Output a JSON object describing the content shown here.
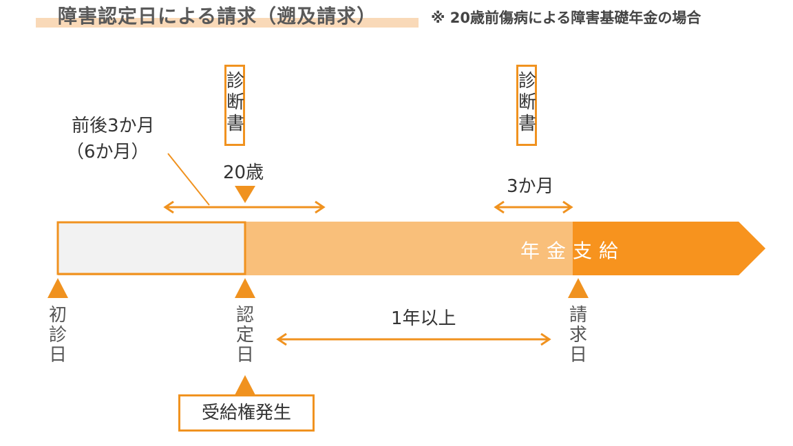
{
  "header": {
    "title": "障害認定日による請求（遡及請求）",
    "subtitle": "※ 20歳前傷病による障害基礎年金の場合"
  },
  "diagnosis_boxes": [
    {
      "chars": [
        "診",
        "断",
        "書"
      ]
    },
    {
      "chars": [
        "診",
        "断",
        "書"
      ]
    }
  ],
  "labels": {
    "before_after_line1": "前後3か月",
    "before_after_line2": "（6か月）",
    "age20": "20歳",
    "three_months": "3か月",
    "one_year_or_more": "1年以上",
    "pension_payment": "年金支給",
    "right_arises": "受給権発生"
  },
  "timeline_points": [
    {
      "chars": [
        "初",
        "診",
        "日"
      ]
    },
    {
      "chars": [
        "認",
        "定",
        "日"
      ]
    },
    {
      "chars": [
        "請",
        "求",
        "日"
      ]
    }
  ],
  "colors": {
    "orange": "#f0921f",
    "light_orange": "#f9bf7a",
    "gray_fill": "#f2f2f2",
    "title_band": "#f9d9b8"
  }
}
